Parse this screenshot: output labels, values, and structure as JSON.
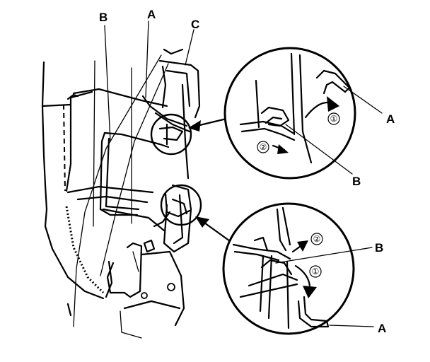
{
  "labels": {
    "a_top": "A",
    "b_top": "B",
    "c_top": "C",
    "a_detail1": "A",
    "b_detail1": "B",
    "a_detail2": "A",
    "b_detail2": "B"
  },
  "steps": {
    "d1_step1": "①",
    "d1_step2": "②",
    "d2_step1": "①",
    "d2_step2": "②"
  }
}
